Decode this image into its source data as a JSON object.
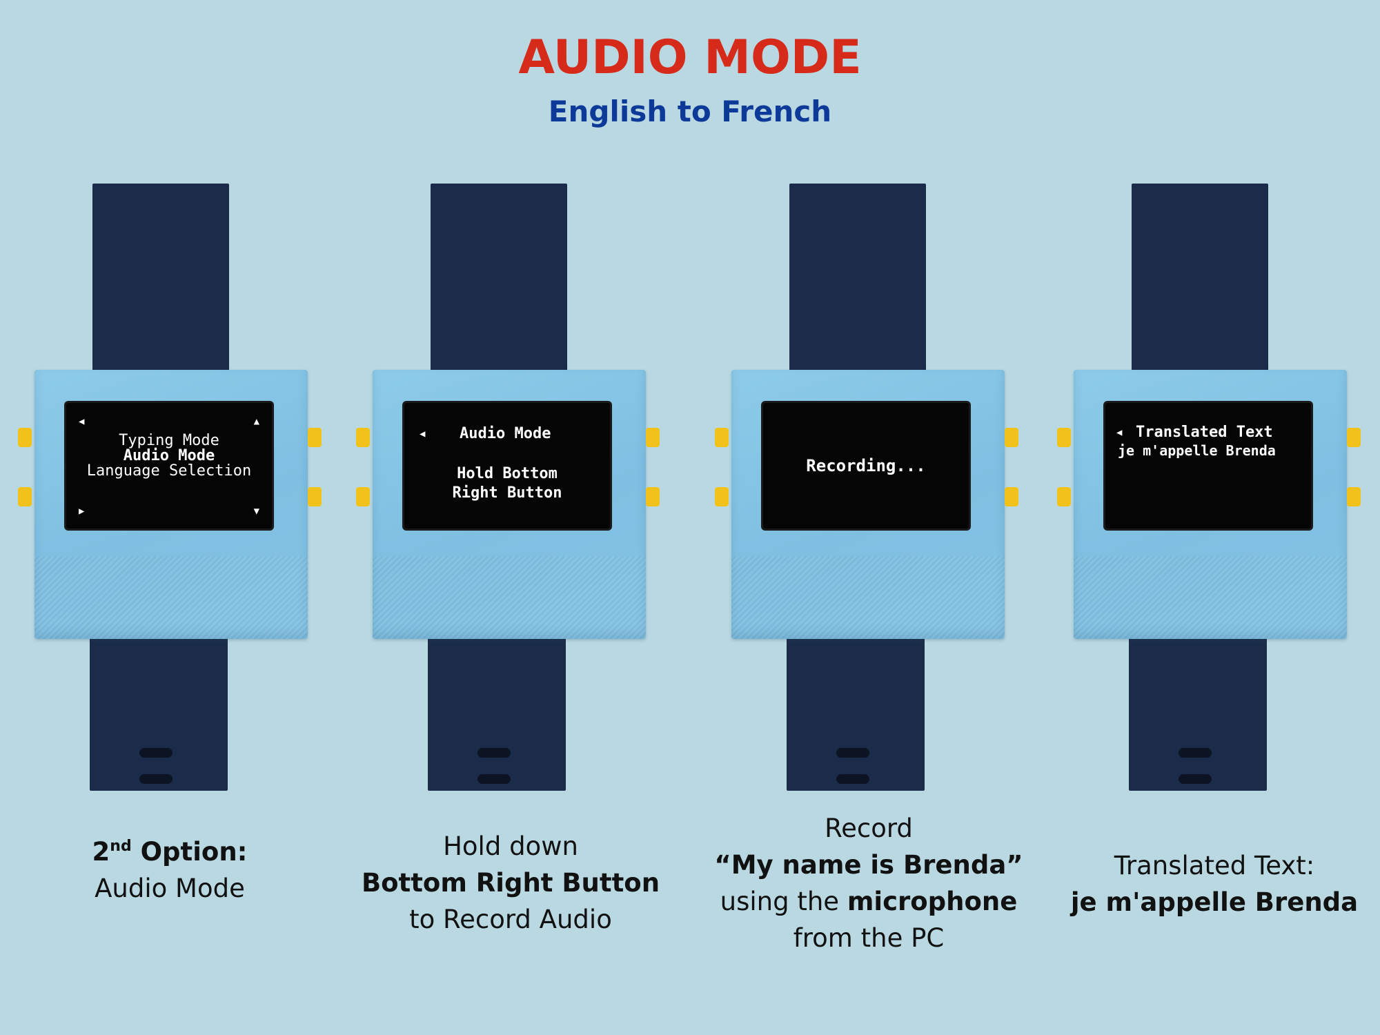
{
  "header": {
    "title": "AUDIO MODE",
    "subtitle": "English to French"
  },
  "watches": [
    {
      "screen": [
        "Typing Mode",
        "Audio Mode",
        "Language Selection"
      ]
    },
    {
      "screen": [
        "Audio Mode",
        "Hold Bottom",
        "Right Button"
      ]
    },
    {
      "screen": [
        "Recording..."
      ]
    },
    {
      "screen": [
        "Translated Text",
        "je m'appelle Brenda"
      ]
    }
  ],
  "captions": [
    {
      "line1_num": "2",
      "line1_sup": "nd",
      "line1_rest": " Option:",
      "line2": "Audio Mode"
    },
    {
      "line1": "Hold down",
      "line2": "Bottom Right Button",
      "line3": "to Record Audio"
    },
    {
      "line1": "Record",
      "line2": "“My name is Brenda”",
      "line3_a": "using the ",
      "line3_b": "microphone",
      "line4": "from the PC"
    },
    {
      "line1": "Translated Text:",
      "line2": "je m'appelle Brenda"
    }
  ],
  "colors": {
    "background": "#b9d8e2",
    "title": "#d62b1a",
    "subtitle": "#0d3a99",
    "case": "#86c4e4",
    "strap": "#1b2c4a",
    "buttons": "#f2c21a",
    "screen": "#050505"
  }
}
